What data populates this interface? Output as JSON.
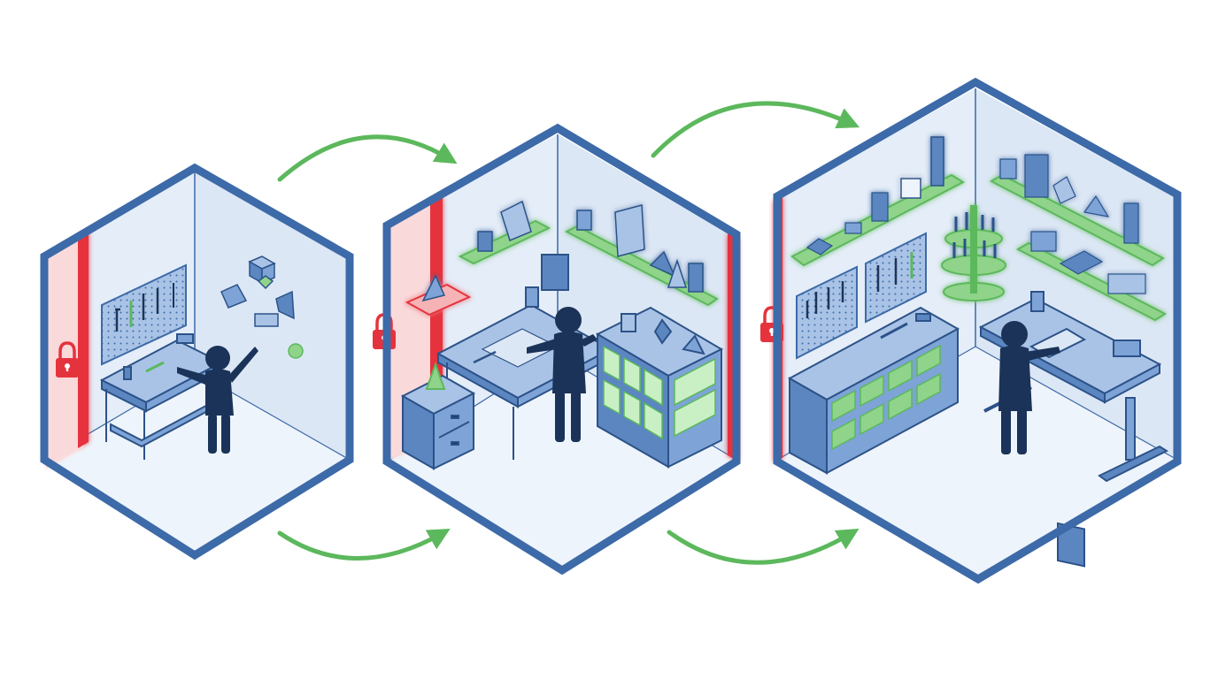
{
  "colors": {
    "frame": "#3d6aa8",
    "frame_dark": "#2c5288",
    "wall": "#dce7f5",
    "floor": "#edf3fb",
    "ink": "#1c3558",
    "figure": "#1b3358",
    "furniture": "#5b86c0",
    "furniture_light": "#a9c3e6",
    "green": "#5cb85c",
    "green_fill": "#8fd48a",
    "green_glow": "#c9f0c4",
    "red": "#e5333d",
    "red_fill": "#f6b3b6",
    "red_glow": "#fbd9da"
  },
  "stages": [
    {
      "name": "stage-1",
      "lock_icon": "lock-icon",
      "lock_color": "red"
    },
    {
      "name": "stage-2",
      "lock_icon": "lock-icon",
      "lock_color": "red"
    },
    {
      "name": "stage-3",
      "lock_icon": "lock-icon",
      "lock_color": "red"
    }
  ],
  "arrows": [
    {
      "name": "arrow-top-1-to-2",
      "icon": "curved-arrow-icon",
      "color": "green"
    },
    {
      "name": "arrow-bottom-1-to-2",
      "icon": "curved-arrow-icon",
      "color": "green"
    },
    {
      "name": "arrow-top-2-to-3",
      "icon": "curved-arrow-icon",
      "color": "green"
    },
    {
      "name": "arrow-bottom-2-to-3",
      "icon": "curved-arrow-icon",
      "color": "green"
    }
  ]
}
